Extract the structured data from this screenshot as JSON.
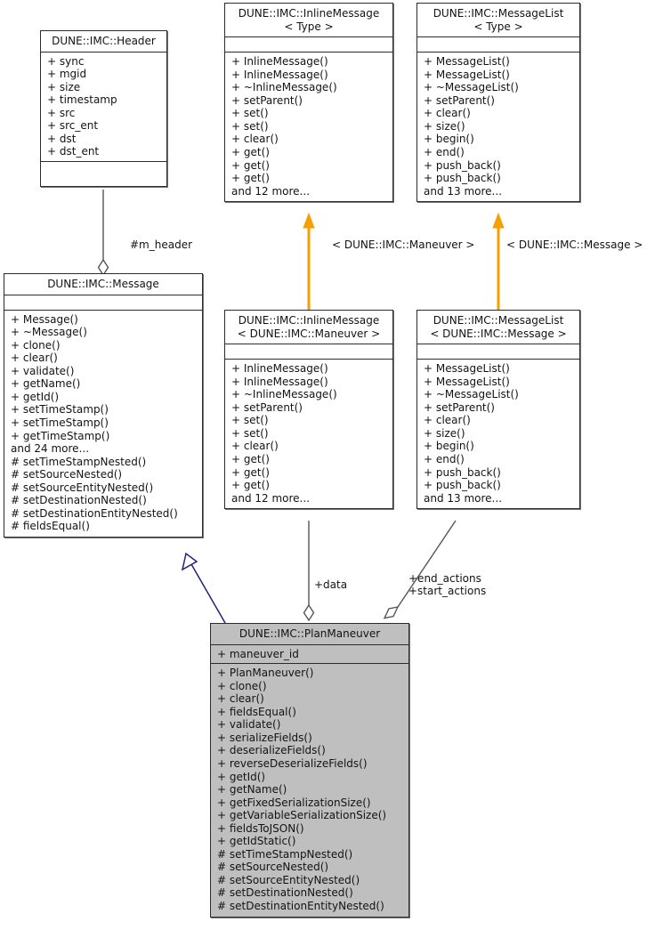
{
  "diagram": {
    "type": "uml-class-diagram",
    "title": "DUNE::IMC::PlanManeuver collaboration diagram",
    "colors": {
      "box_border": "#2b2b2b",
      "box_fill": "#ffffff",
      "box_fill_highlight": "#bfbfbf",
      "text": "#131313",
      "inheritance_edge": "#22227a",
      "template_edge": "#f5a000",
      "aggregation_edge": "#555555"
    }
  },
  "classes": {
    "header": {
      "name": "DUNE::IMC::Header",
      "template": "",
      "attributes": [
        "+ sync",
        "+ mgid",
        "+ size",
        "+ timestamp",
        "+ src",
        "+ src_ent",
        "+ dst",
        "+ dst_ent"
      ],
      "operations": []
    },
    "inline_message_type": {
      "name": "DUNE::IMC::InlineMessage",
      "template": "< Type >",
      "attributes": [],
      "operations": [
        "+ InlineMessage()",
        "+ InlineMessage()",
        "+ ~InlineMessage()",
        "+ setParent()",
        "+ set()",
        "+ set()",
        "+ clear()",
        "+ get()",
        "+ get()",
        "+ get()",
        "and 12 more..."
      ]
    },
    "message_list_type": {
      "name": "DUNE::IMC::MessageList",
      "template": "< Type >",
      "attributes": [],
      "operations": [
        "+ MessageList()",
        "+ MessageList()",
        "+ ~MessageList()",
        "+ setParent()",
        "+ clear()",
        "+ size()",
        "+ begin()",
        "+ end()",
        "+ push_back()",
        "+ push_back()",
        "and 13 more..."
      ]
    },
    "message": {
      "name": "DUNE::IMC::Message",
      "template": "",
      "attributes": [],
      "operations": [
        "+ Message()",
        "+ ~Message()",
        "+ clone()",
        "+ clear()",
        "+ validate()",
        "+ getName()",
        "+ getId()",
        "+ setTimeStamp()",
        "+ setTimeStamp()",
        "+ getTimeStamp()",
        "and 24 more...",
        "# setTimeStampNested()",
        "# setSourceNested()",
        "# setSourceEntityNested()",
        "# setDestinationNested()",
        "# setDestinationEntityNested()",
        "# fieldsEqual()"
      ]
    },
    "inline_message_maneuver": {
      "name": "DUNE::IMC::InlineMessage",
      "template": "< DUNE::IMC::Maneuver >",
      "attributes": [],
      "operations": [
        "+ InlineMessage()",
        "+ InlineMessage()",
        "+ ~InlineMessage()",
        "+ setParent()",
        "+ set()",
        "+ set()",
        "+ clear()",
        "+ get()",
        "+ get()",
        "+ get()",
        "and 12 more..."
      ]
    },
    "message_list_message": {
      "name": "DUNE::IMC::MessageList",
      "template": "< DUNE::IMC::Message >",
      "attributes": [],
      "operations": [
        "+ MessageList()",
        "+ MessageList()",
        "+ ~MessageList()",
        "+ setParent()",
        "+ clear()",
        "+ size()",
        "+ begin()",
        "+ end()",
        "+ push_back()",
        "+ push_back()",
        "and 13 more..."
      ]
    },
    "plan_maneuver": {
      "name": "DUNE::IMC::PlanManeuver",
      "template": "",
      "attributes": [
        "+ maneuver_id"
      ],
      "operations": [
        "+ PlanManeuver()",
        "+ clone()",
        "+ clear()",
        "+ fieldsEqual()",
        "+ validate()",
        "+ serializeFields()",
        "+ deserializeFields()",
        "+ reverseDeserializeFields()",
        "+ getId()",
        "+ getName()",
        "+ getFixedSerializationSize()",
        "+ getVariableSerializationSize()",
        "+ fieldsToJSON()",
        "+ getIdStatic()",
        "# setTimeStampNested()",
        "# setSourceNested()",
        "# setSourceEntityNested()",
        "# setDestinationNested()",
        "# setDestinationEntityNested()"
      ]
    }
  },
  "edge_labels": {
    "m_header": "#m_header",
    "maneuver_binding": "< DUNE::IMC::Maneuver >",
    "message_binding": "< DUNE::IMC::Message >",
    "data": "+data",
    "end_actions": "+end_actions",
    "start_actions": "+start_actions"
  }
}
